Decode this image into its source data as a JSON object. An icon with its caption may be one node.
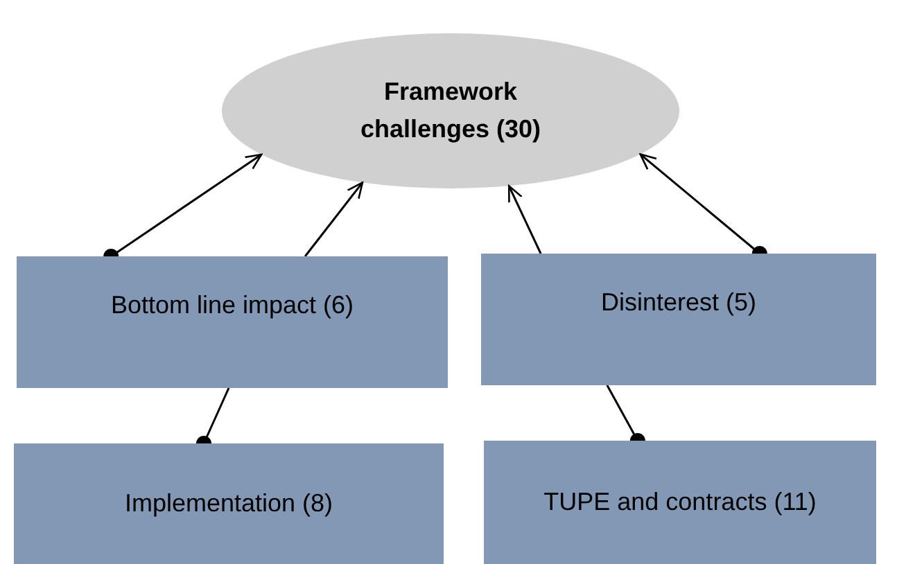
{
  "diagram": {
    "nodes": [
      {
        "text": [
          "Framework challenges (30)"
        ]
      },
      {
        "text": [
          "Bottom line impact (6)"
        ]
      },
      {
        "text": [
          "Disinterest (5)"
        ]
      },
      {
        "text": [
          "Implementation (8)"
        ]
      },
      {
        "text": [
          "TUPE and contracts (11)"
        ]
      }
    ],
    "edges": [
      {
        "from": 1,
        "to": 0,
        "arrow": "to"
      },
      {
        "from": 1,
        "to": 0,
        "arrow": "to"
      },
      {
        "from": 2,
        "to": 0,
        "arrow": "to"
      },
      {
        "from": 2,
        "to": 0,
        "arrow": "to"
      },
      {
        "from": 3,
        "to": 1,
        "arrow": "other"
      },
      {
        "from": 4,
        "to": 2,
        "arrow": "other"
      }
    ]
  }
}
